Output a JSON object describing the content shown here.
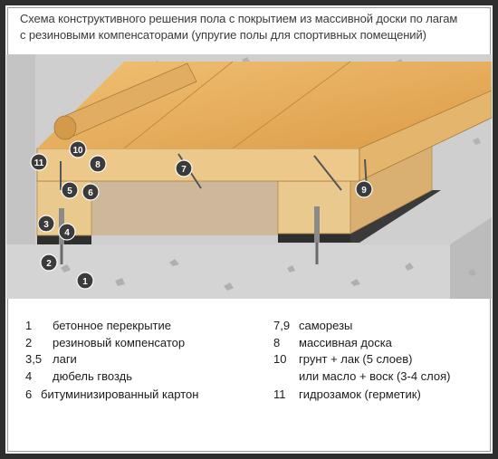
{
  "title": {
    "line1": "Схема конструктивного решения пола с покрытием из массивной доски по лагам",
    "line2": "с резиновыми компенсаторами (упругие полы для спортивных помещений)"
  },
  "markers": [
    "1",
    "2",
    "3",
    "4",
    "5",
    "6",
    "7",
    "8",
    "9",
    "10",
    "11"
  ],
  "legend_left": [
    {
      "num": "1",
      "text": "бетонное перекрытие"
    },
    {
      "num": "2",
      "text": "резиновый компенсатор"
    },
    {
      "num": "3,5",
      "text": "лаги"
    },
    {
      "num": "4",
      "text": "дюбель гвоздь"
    },
    {
      "num": "6",
      "text": "битуминизированный картон"
    }
  ],
  "legend_right": [
    {
      "num": "7,9",
      "text": "саморезы"
    },
    {
      "num": "8",
      "text": "массивная доска"
    },
    {
      "num": "10",
      "text": "грунт + лак (5 слоев)"
    },
    {
      "num": "",
      "text": "или масло + воск (3-4 слоя)"
    },
    {
      "num": "11",
      "text": "гидрозамок (герметик)"
    }
  ],
  "colors": {
    "frame": "#2e2e2e",
    "concrete": "#d4d4d4",
    "wall": "#c9c9c9",
    "board": "#e2a854",
    "joist": "#e9c98e",
    "marker": "#3b3b3b"
  }
}
